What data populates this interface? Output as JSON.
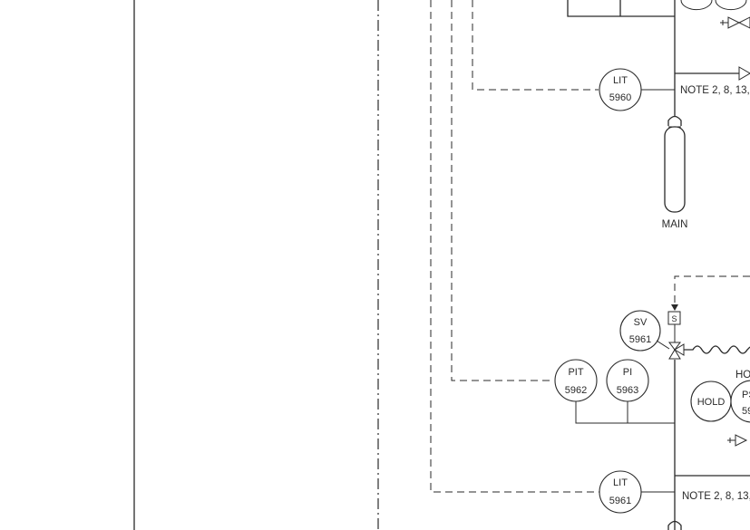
{
  "instruments": {
    "lit_5960": {
      "tag": "LIT",
      "number": "5960"
    },
    "sv_5961": {
      "tag": "SV",
      "number": "5961"
    },
    "pit_5962": {
      "tag": "PIT",
      "number": "5962"
    },
    "pi_5963": {
      "tag": "PI",
      "number": "5963"
    },
    "lit_5961": {
      "tag": "LIT",
      "number": "5961"
    },
    "ps_hold": {
      "tag": "PS",
      "number": "59"
    }
  },
  "labels": {
    "note_upper": "NOTE 2, 8, 13,",
    "note_lower": "NOTE 2, 8, 13,",
    "main_cylinder": "MAIN",
    "hold_bubble": "HOLD",
    "hold_header": "HO",
    "solenoid": "S"
  }
}
